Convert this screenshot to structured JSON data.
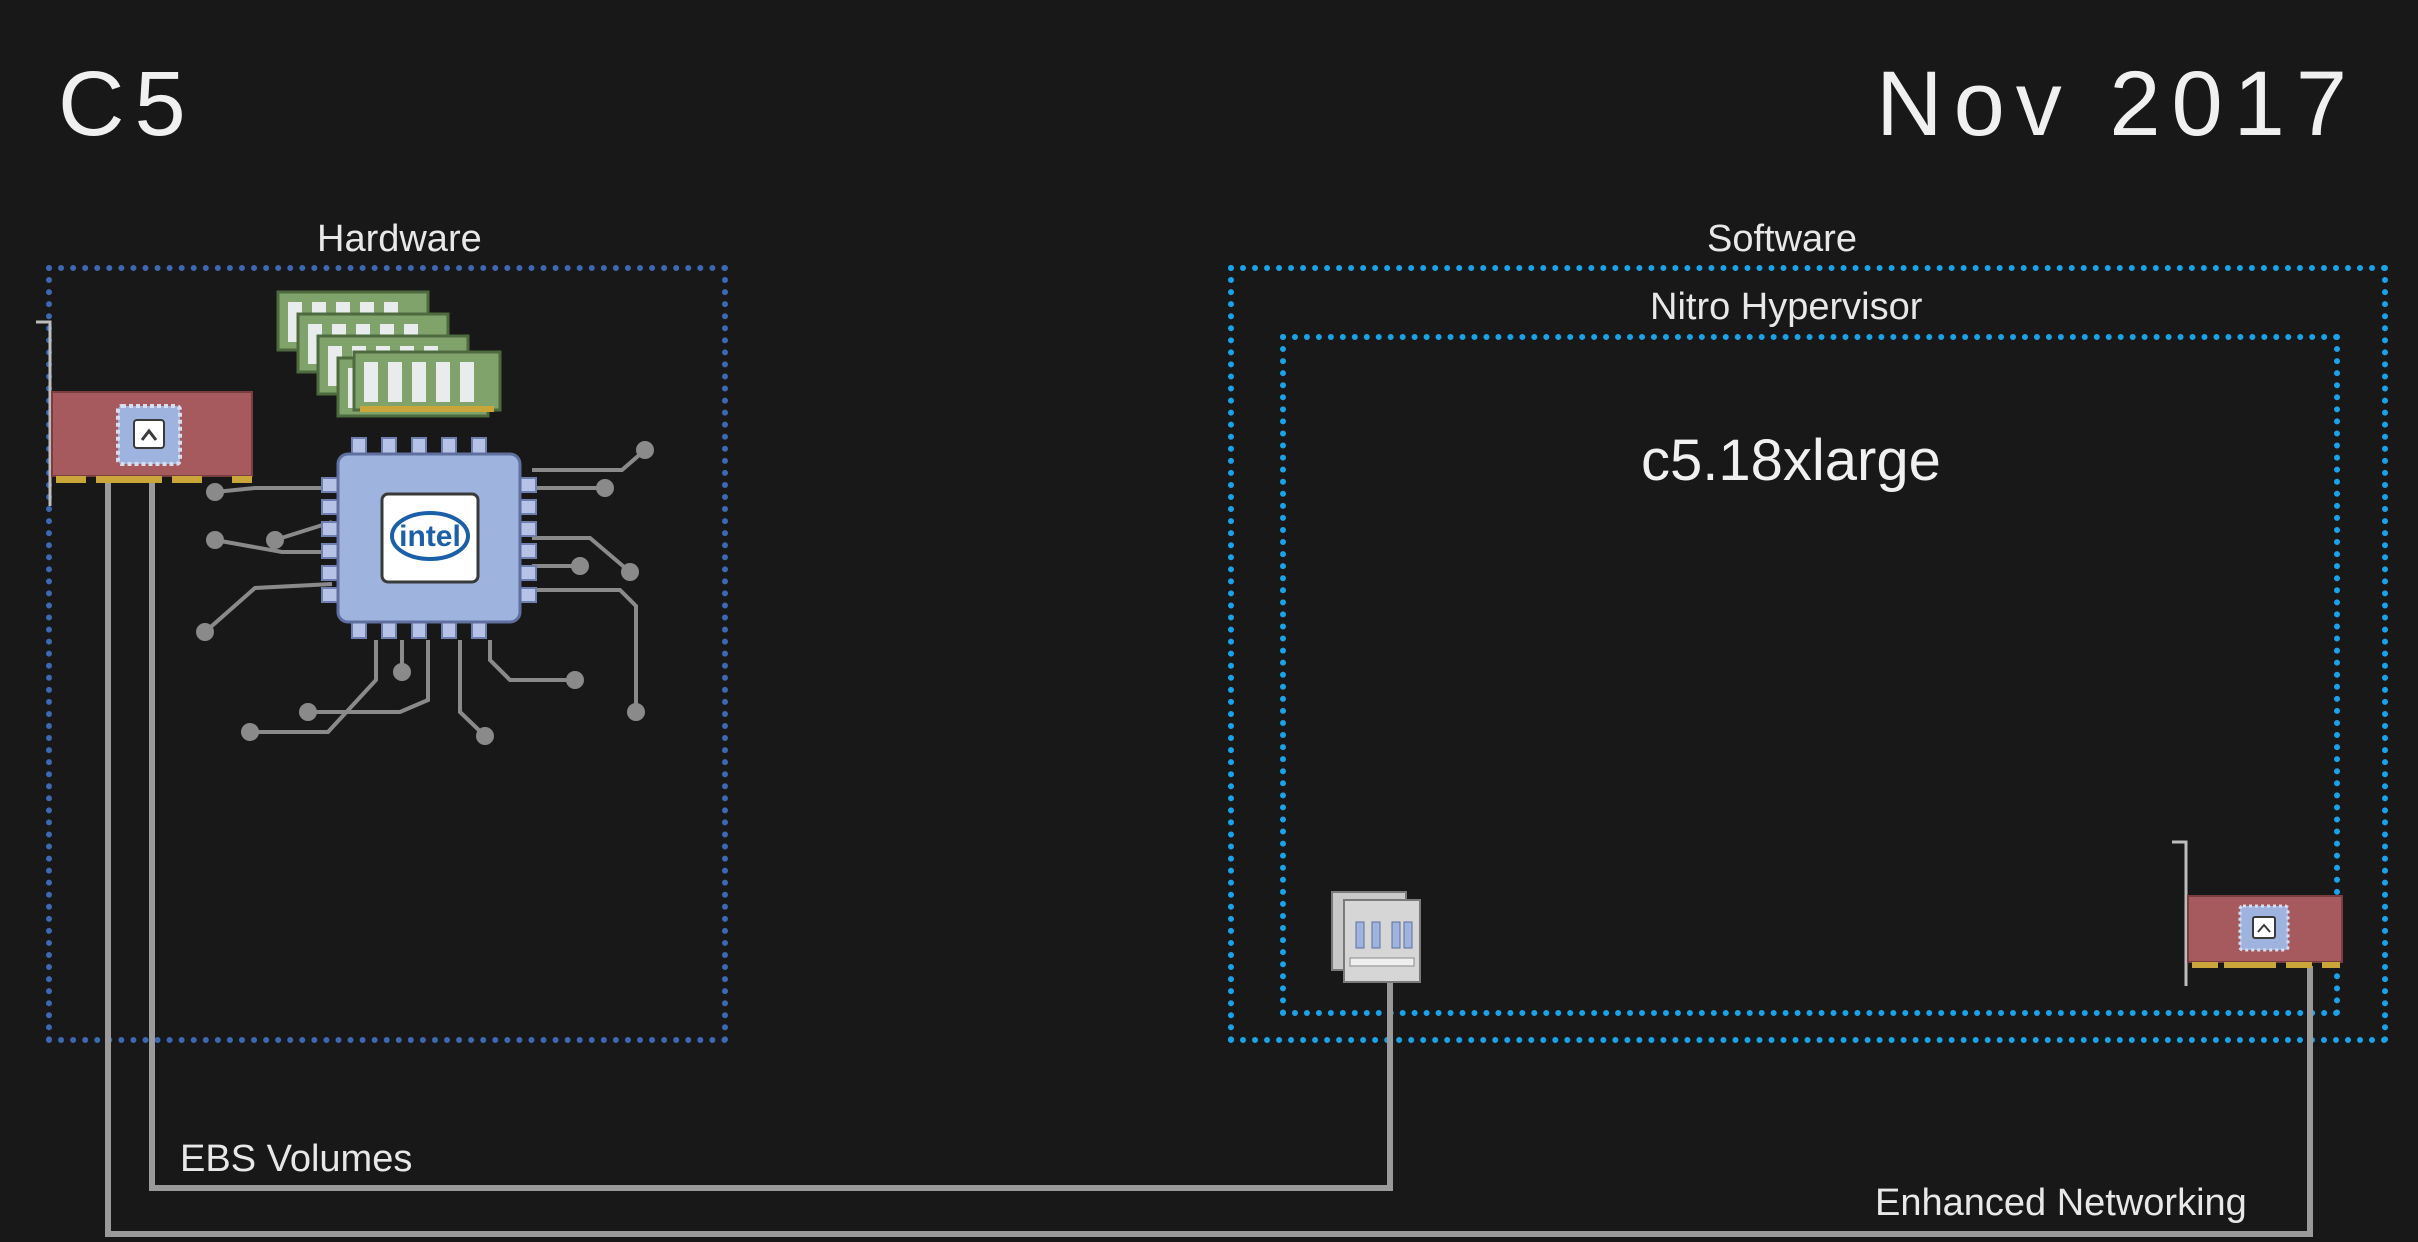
{
  "slide": {
    "title": "C5",
    "date": "Nov 2017"
  },
  "hardware": {
    "label": "Hardware",
    "cpu_logo_text": "intel"
  },
  "software": {
    "label": "Software",
    "hypervisor_label": "Nitro Hypervisor",
    "instance_label": "c5.18xlarge"
  },
  "connections": {
    "ebs_label": "EBS Volumes",
    "network_label": "Enhanced Networking"
  },
  "colors": {
    "background": "#181818",
    "hardware_border": "#3d68b3",
    "software_border": "#1aa3e8",
    "card_red": "#a75a5e",
    "chip_blue": "#9fb3df",
    "ram_green": "#7fa36b",
    "wire_gray": "#9a9a9a"
  }
}
